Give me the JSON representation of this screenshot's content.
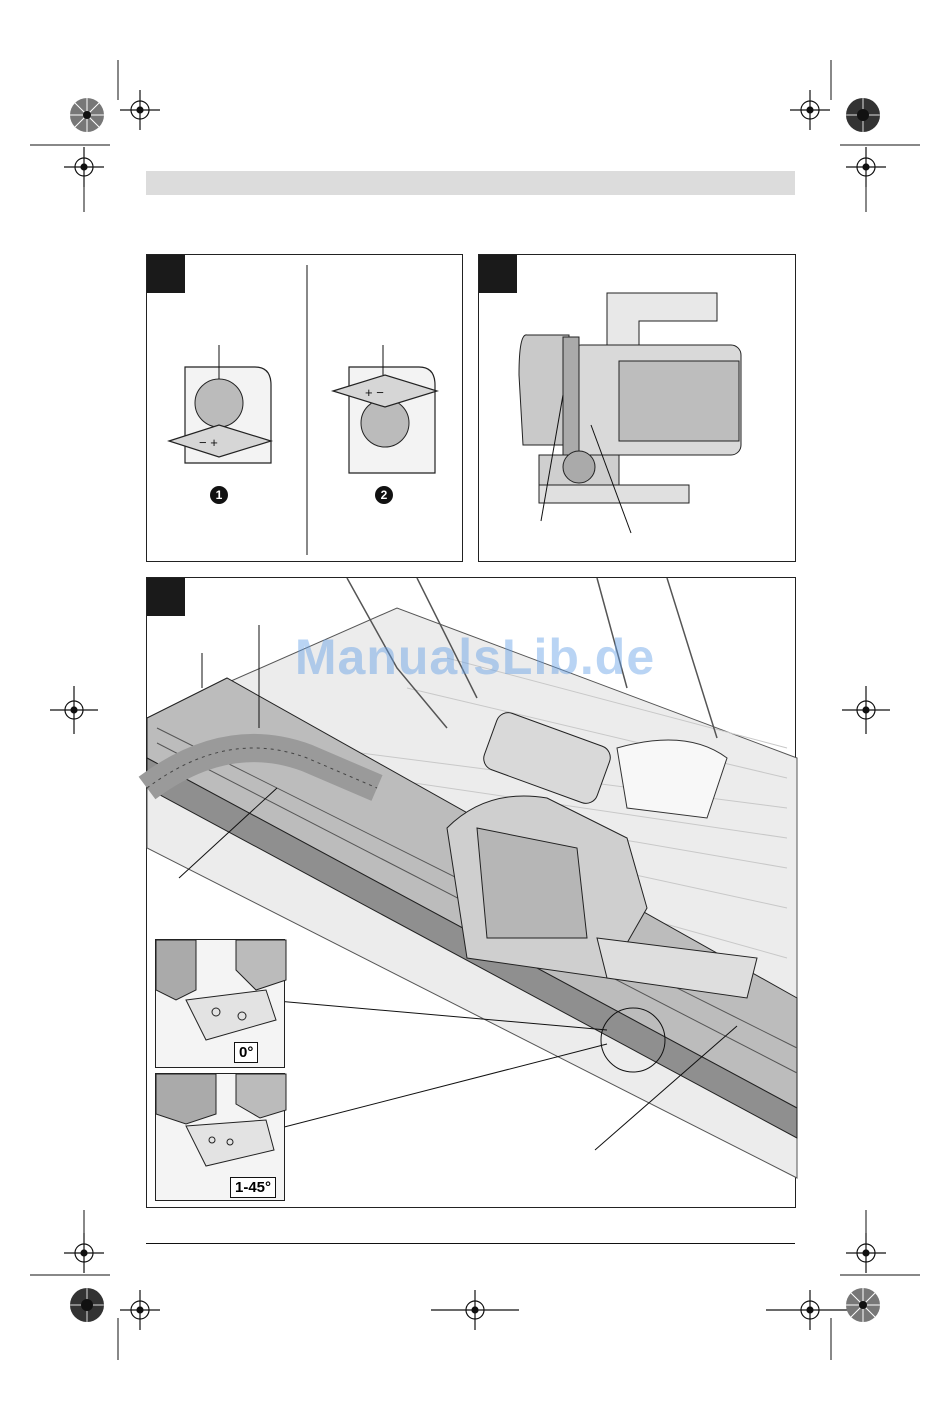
{
  "watermark": "ManualsLib.de",
  "figure_top_left": {
    "step_1": "1",
    "step_2": "2"
  },
  "figure_bottom": {
    "inset_upper_label": "0°",
    "inset_lower_label": "1-45°"
  },
  "colors": {
    "header_bar": "#dcdcdc",
    "tab": "#1a1a1a",
    "watermark": "#64a0e6"
  },
  "icons": [
    "registration-mark-icon",
    "color-calibration-wheel-icon"
  ]
}
